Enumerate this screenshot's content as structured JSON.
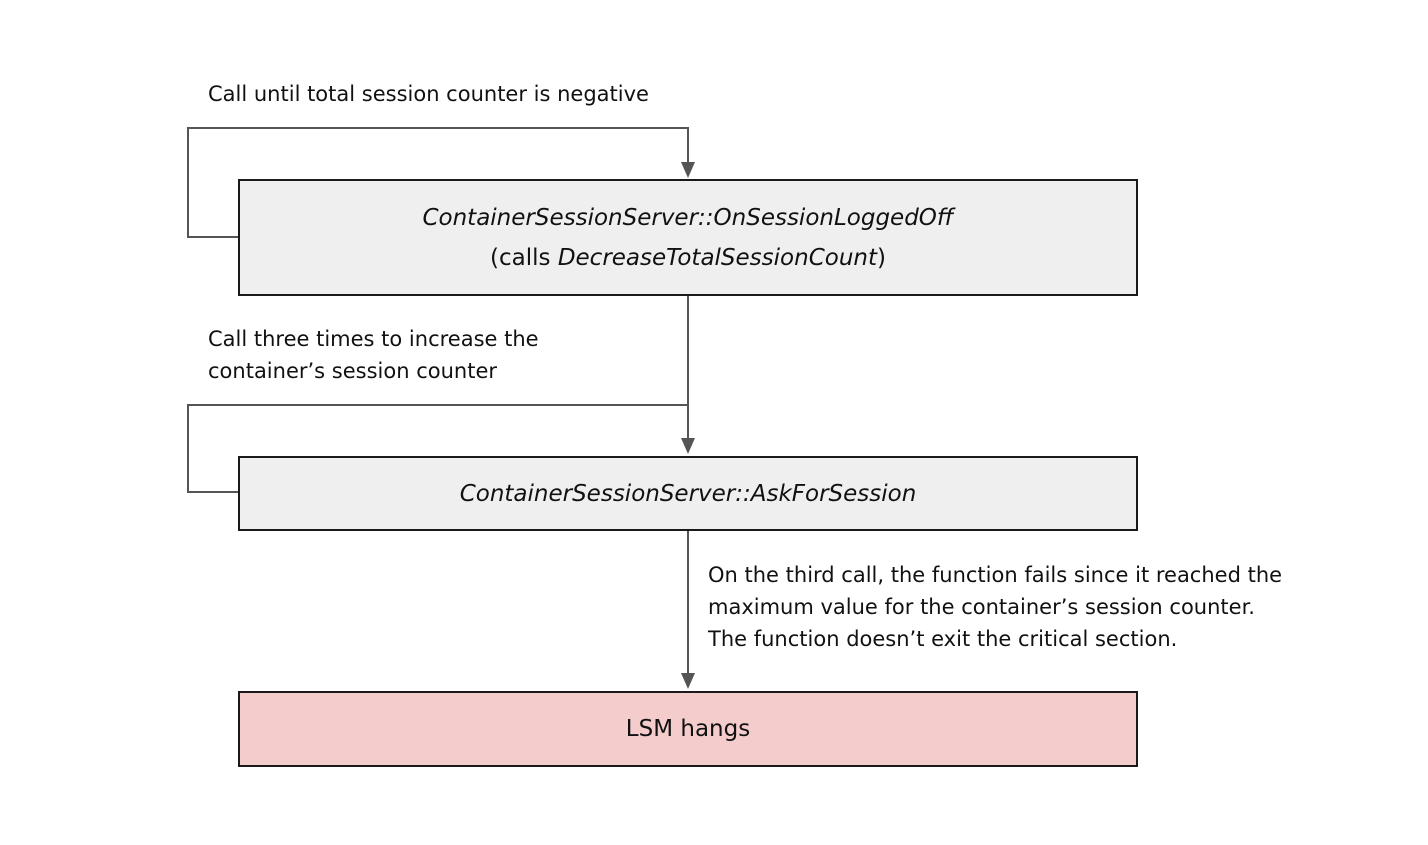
{
  "notes": {
    "loop_top": "Call until total session counter is negative",
    "loop_mid": [
      "Call three times to increase the",
      "container’s session counter"
    ],
    "fail": [
      "On the third call, the function fails since it reached the",
      "maximum value for the container’s session counter.",
      "The function doesn’t exit the critical section."
    ]
  },
  "boxes": {
    "logged_off": {
      "title": "ContainerSessionServer::OnSessionLoggedOff",
      "sub_prefix": "(calls ",
      "sub_func": "DecreaseTotalSessionCount",
      "sub_suffix": ")"
    },
    "ask_for_session": {
      "title": "ContainerSessionServer::AskForSession"
    },
    "hang": {
      "label": "LSM hangs"
    }
  },
  "colors": {
    "process_fill": "#efefef",
    "failure_fill": "#f4cccc",
    "line": "#555555",
    "border": "#1a1a1a"
  }
}
